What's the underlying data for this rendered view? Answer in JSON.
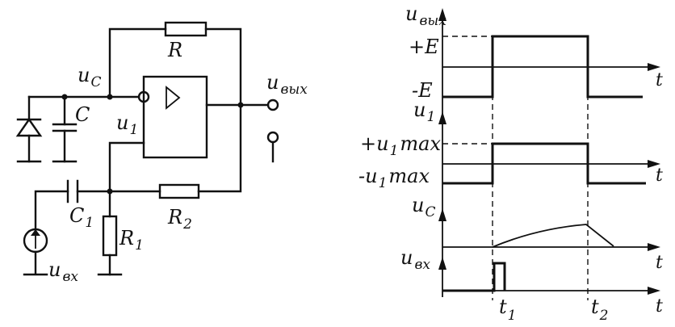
{
  "circuit": {
    "labels": {
      "R": "R",
      "C": "C",
      "uC_main": "u",
      "uC_sub": "C",
      "u1_main": "u",
      "u1_sub": "1",
      "uout_main": "u",
      "uout_sub": "вых",
      "C1_main": "C",
      "C1_sub": "1",
      "R2_main": "R",
      "R2_sub": "2",
      "R1_main": "R",
      "R1_sub": "1",
      "uin_main": "u",
      "uin_sub": "вх"
    }
  },
  "timing": {
    "axes": [
      {
        "name": "u_out",
        "label_main": "u",
        "label_sub": "вых",
        "t_label": "t"
      },
      {
        "name": "u1",
        "label_main": "u",
        "label_sub": "1",
        "t_label": "t"
      },
      {
        "name": "uC",
        "label_main": "u",
        "label_sub": "C",
        "t_label": "t"
      },
      {
        "name": "u_in",
        "label_main": "u",
        "label_sub": "вх",
        "t_label": "t"
      }
    ],
    "levels": {
      "plusE": "+E",
      "minusE": "-E",
      "plus_u1max_main": "+u",
      "plus_u1max_sub": "1",
      "plus_u1max_tail": "max",
      "minus_u1max_main": "-u",
      "minus_u1max_sub": "1",
      "minus_u1max_tail": "max"
    },
    "time_marks": [
      {
        "main": "t",
        "sub": "1"
      },
      {
        "main": "t",
        "sub": "2"
      }
    ],
    "bottom_t": "t"
  }
}
